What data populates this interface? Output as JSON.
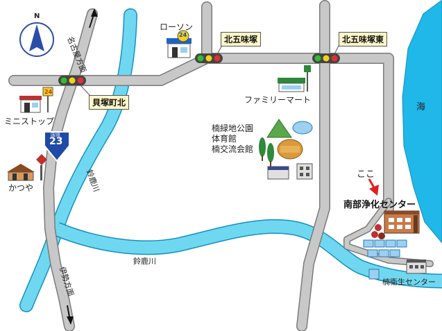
{
  "compass": {
    "north_label": "N"
  },
  "roads": {
    "route_sign": {
      "top_text": "国道",
      "number": "23"
    },
    "direction_north": "名古屋方面",
    "direction_south": "伊勢方面"
  },
  "intersections": {
    "kaizuka_kita": "貝塚町北",
    "kitagomi_zuka": "北五味塚",
    "kitagomi_zuka_higashi": "北五味塚東"
  },
  "stores": {
    "lawson": "ローソン",
    "lawson_badge": "24",
    "ministop": "ミニストップ",
    "ministop_badge": "24",
    "familymart": "ファミリーマート",
    "katsuya": "かつや"
  },
  "facilities": {
    "park_line1": "楠緑地公園",
    "park_line2": "体育館",
    "park_line3": "楠交流会館",
    "here": "ここ",
    "center": "南部浄化センター",
    "sanitation": "楠衛生センター"
  },
  "water": {
    "sea": "海",
    "river_vertical": "鈴鹿川",
    "river_horizontal": "鈴鹿川"
  },
  "colors": {
    "road": "#c8c8c8",
    "road_edge": "#7a7a7a",
    "river": "#6fd8f0",
    "sea": "#1fb8e8",
    "arrow": "#e02020",
    "label_box": "#fff6c8"
  }
}
